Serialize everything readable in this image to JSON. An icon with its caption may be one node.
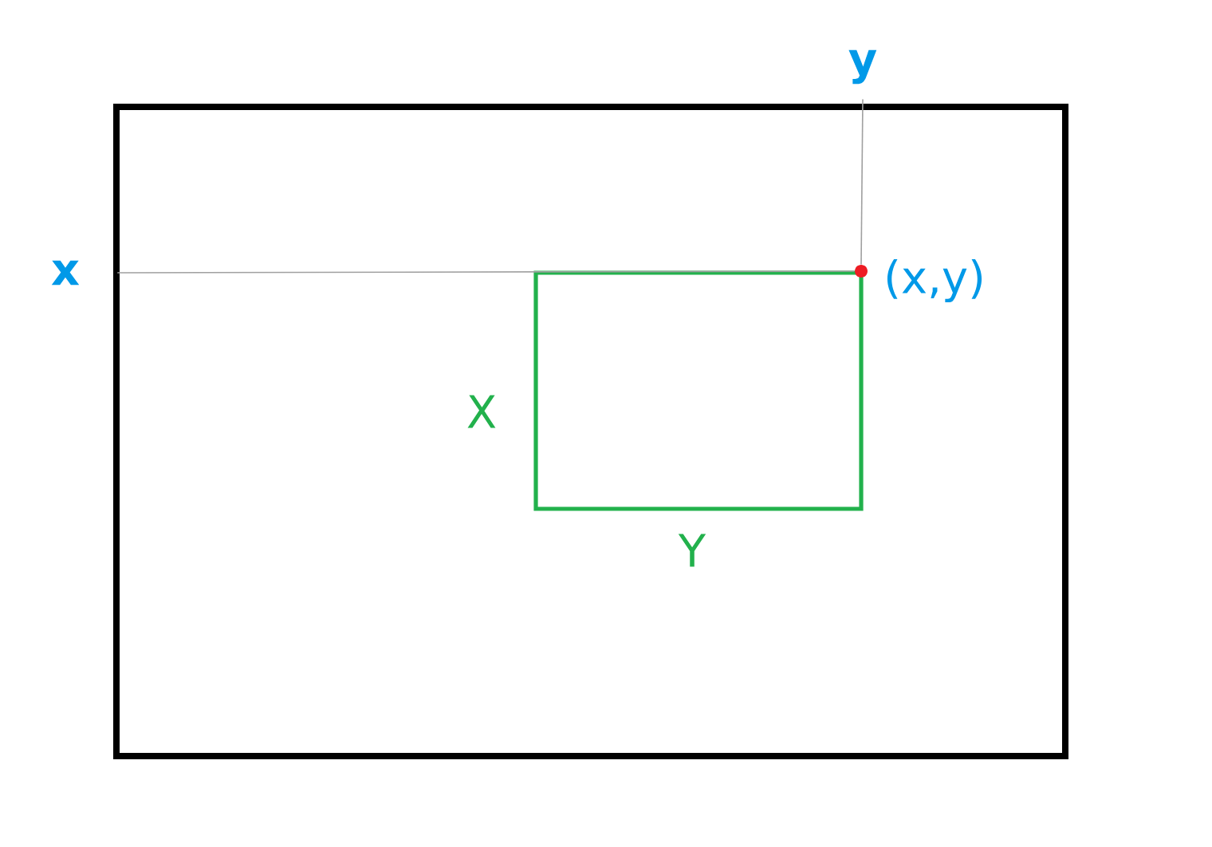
{
  "diagram": {
    "nodes": [
      {
        "text": [],
        "shape": "box"
      },
      {
        "text": [],
        "shape": "box",
        "in": 0,
        "beside": [
          "X",
          "Y"
        ]
      },
      {
        "text": [],
        "shape": "circle",
        "in": 0,
        "beside": [
          "(x,y)"
        ]
      },
      {
        "text": [
          "x"
        ]
      },
      {
        "text": [
          "y"
        ]
      }
    ],
    "edges": [
      {
        "from": 3,
        "to": 2,
        "arrow": "none"
      },
      {
        "from": 4,
        "to": 2,
        "arrow": "none"
      }
    ]
  }
}
